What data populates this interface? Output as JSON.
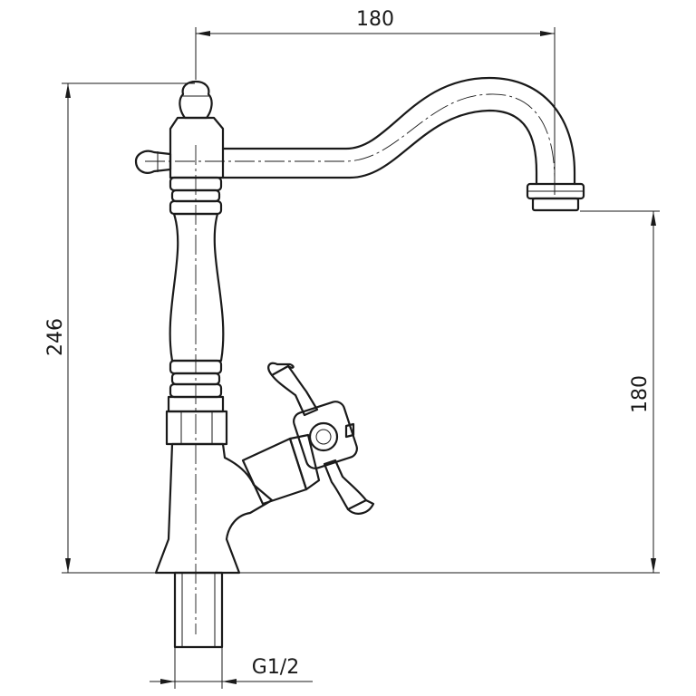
{
  "drawing": {
    "dimensions": {
      "spout_reach": "180",
      "total_height": "246",
      "spout_height": "180",
      "thread": "G1/2"
    }
  }
}
